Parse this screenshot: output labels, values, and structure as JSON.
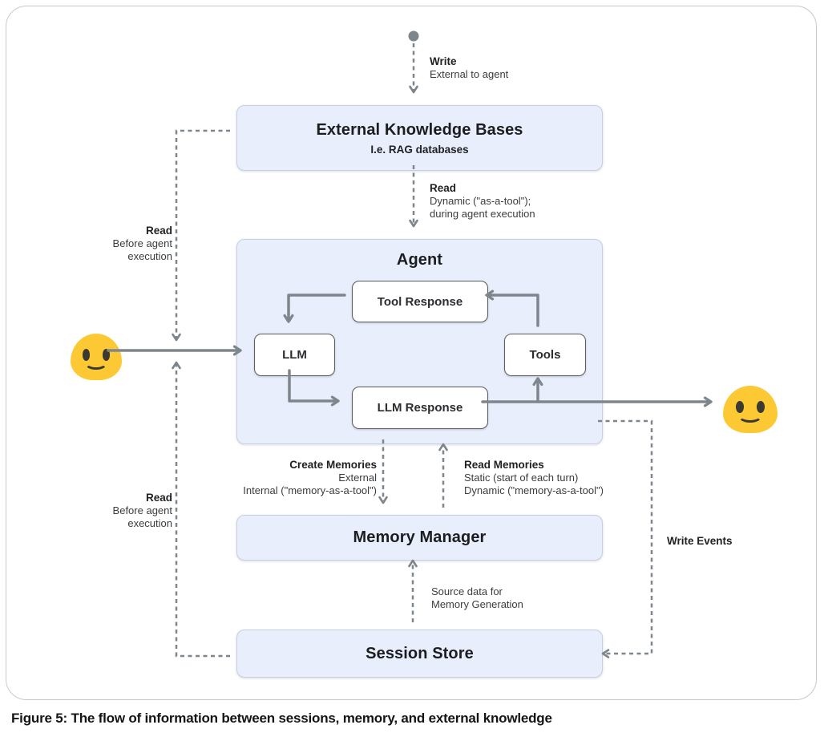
{
  "nodes": {
    "external_knowledge_bases": {
      "title": "External Knowledge Bases",
      "subtitle": "I.e. RAG databases"
    },
    "agent": {
      "title": "Agent",
      "tool_response": "Tool Response",
      "llm": "LLM",
      "tools": "Tools",
      "llm_response": "LLM Response"
    },
    "memory_manager": {
      "title": "Memory Manager"
    },
    "session_store": {
      "title": "Session Store"
    }
  },
  "labels": {
    "write_external": {
      "title": "Write",
      "line1": "External to agent"
    },
    "read_dynamic": {
      "title": "Read",
      "line1": "Dynamic (\"as-a-tool\");",
      "line2": "during agent execution"
    },
    "read_before_top": {
      "title": "Read",
      "line1": "Before agent",
      "line2": "execution"
    },
    "read_before_bottom": {
      "title": "Read",
      "line1": "Before agent",
      "line2": "execution"
    },
    "create_memories": {
      "title": "Create Memories",
      "line1": "External",
      "line2": "Internal (\"memory-as-a-tool\")"
    },
    "read_memories": {
      "title": "Read Memories",
      "line1": "Static (start of each turn)",
      "line2": "Dynamic (\"memory-as-a-tool\")"
    },
    "source_data": {
      "line1": "Source data for",
      "line2": "Memory Generation"
    },
    "write_events": {
      "title": "Write Events"
    }
  },
  "caption": "Figure 5: The flow of information between sessions, memory, and external knowledge",
  "icons": {
    "user_left": "smiley-blob-emoji",
    "user_right": "smiley-blob-emoji"
  },
  "colors": {
    "box_fill": "#e8eefb",
    "box_border": "#c6cfe0",
    "arrow": "#7e868d",
    "emoji_yellow": "#fcc934",
    "panel_border": "#c8c8c8"
  }
}
